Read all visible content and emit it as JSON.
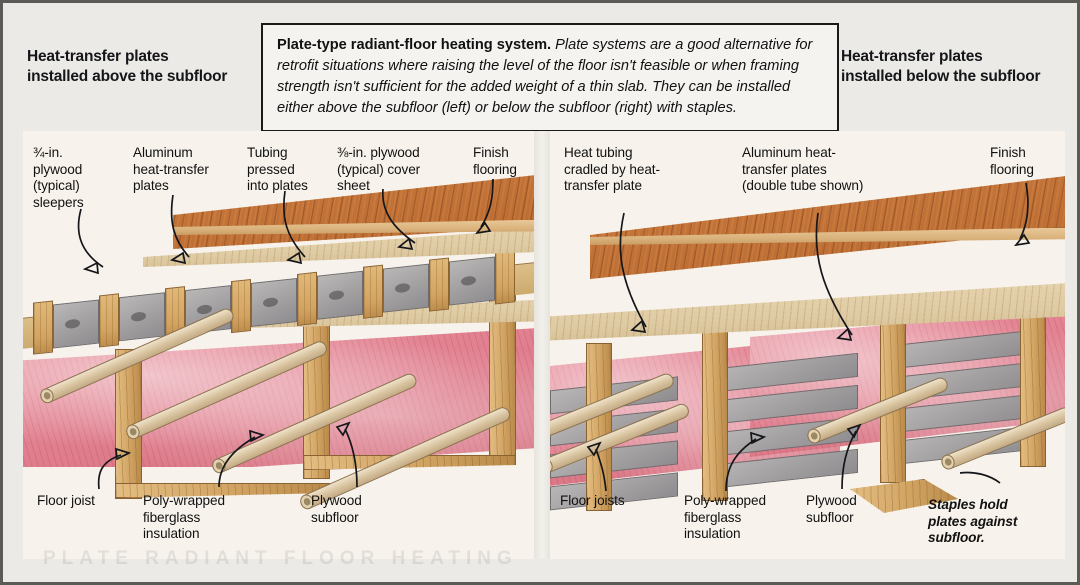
{
  "headers": {
    "left": "Heat-transfer plates\ninstalled above the subfloor",
    "right": "Heat-transfer plates\ninstalled below the subfloor"
  },
  "caption": {
    "lead": "Plate-type radiant-floor heating system.",
    "body": " Plate systems are a good alternative for retrofit situations where raising the level of the floor isn't feasible or when framing strength isn't sufficient for the added weight of a thin slab. They can be installed either above the subfloor (left) or below the subfloor (right) with staples."
  },
  "left_panel": {
    "top_labels": [
      "¾-in.\nplywood\n(typical)\nsleepers",
      "Aluminum\nheat-transfer\nplates",
      "Tubing\npressed\ninto plates",
      "⅜-in. plywood\n(typical) cover\nsheet",
      "Finish\nflooring"
    ],
    "bottom_labels": [
      "Floor joist",
      "Poly-wrapped\nfiberglass\ninsulation",
      "Plywood\nsubfloor"
    ]
  },
  "right_panel": {
    "top_labels": [
      "Heat tubing\ncradled by heat-\ntransfer plate",
      "Aluminum heat-\ntransfer plates\n(double tube shown)",
      "Finish\nflooring"
    ],
    "bottom_labels": [
      "Floor joists",
      "Poly-wrapped\nfiberglass\ninsulation",
      "Plywood\nsubfloor"
    ],
    "staples_note": "Staples hold\nplates against\nsubfloor."
  },
  "ghost_text": "PLATE RADIANT FLOOR HEATING",
  "colors": {
    "insulation_pink": "#e07d8d",
    "aluminum_gray": "#a3a1a2",
    "wood_tan": "#d2a463",
    "finish_floor": "#c9793c",
    "plywood_pale": "#decaa2",
    "ink": "#15161a",
    "page_bg": "#eceae6"
  }
}
